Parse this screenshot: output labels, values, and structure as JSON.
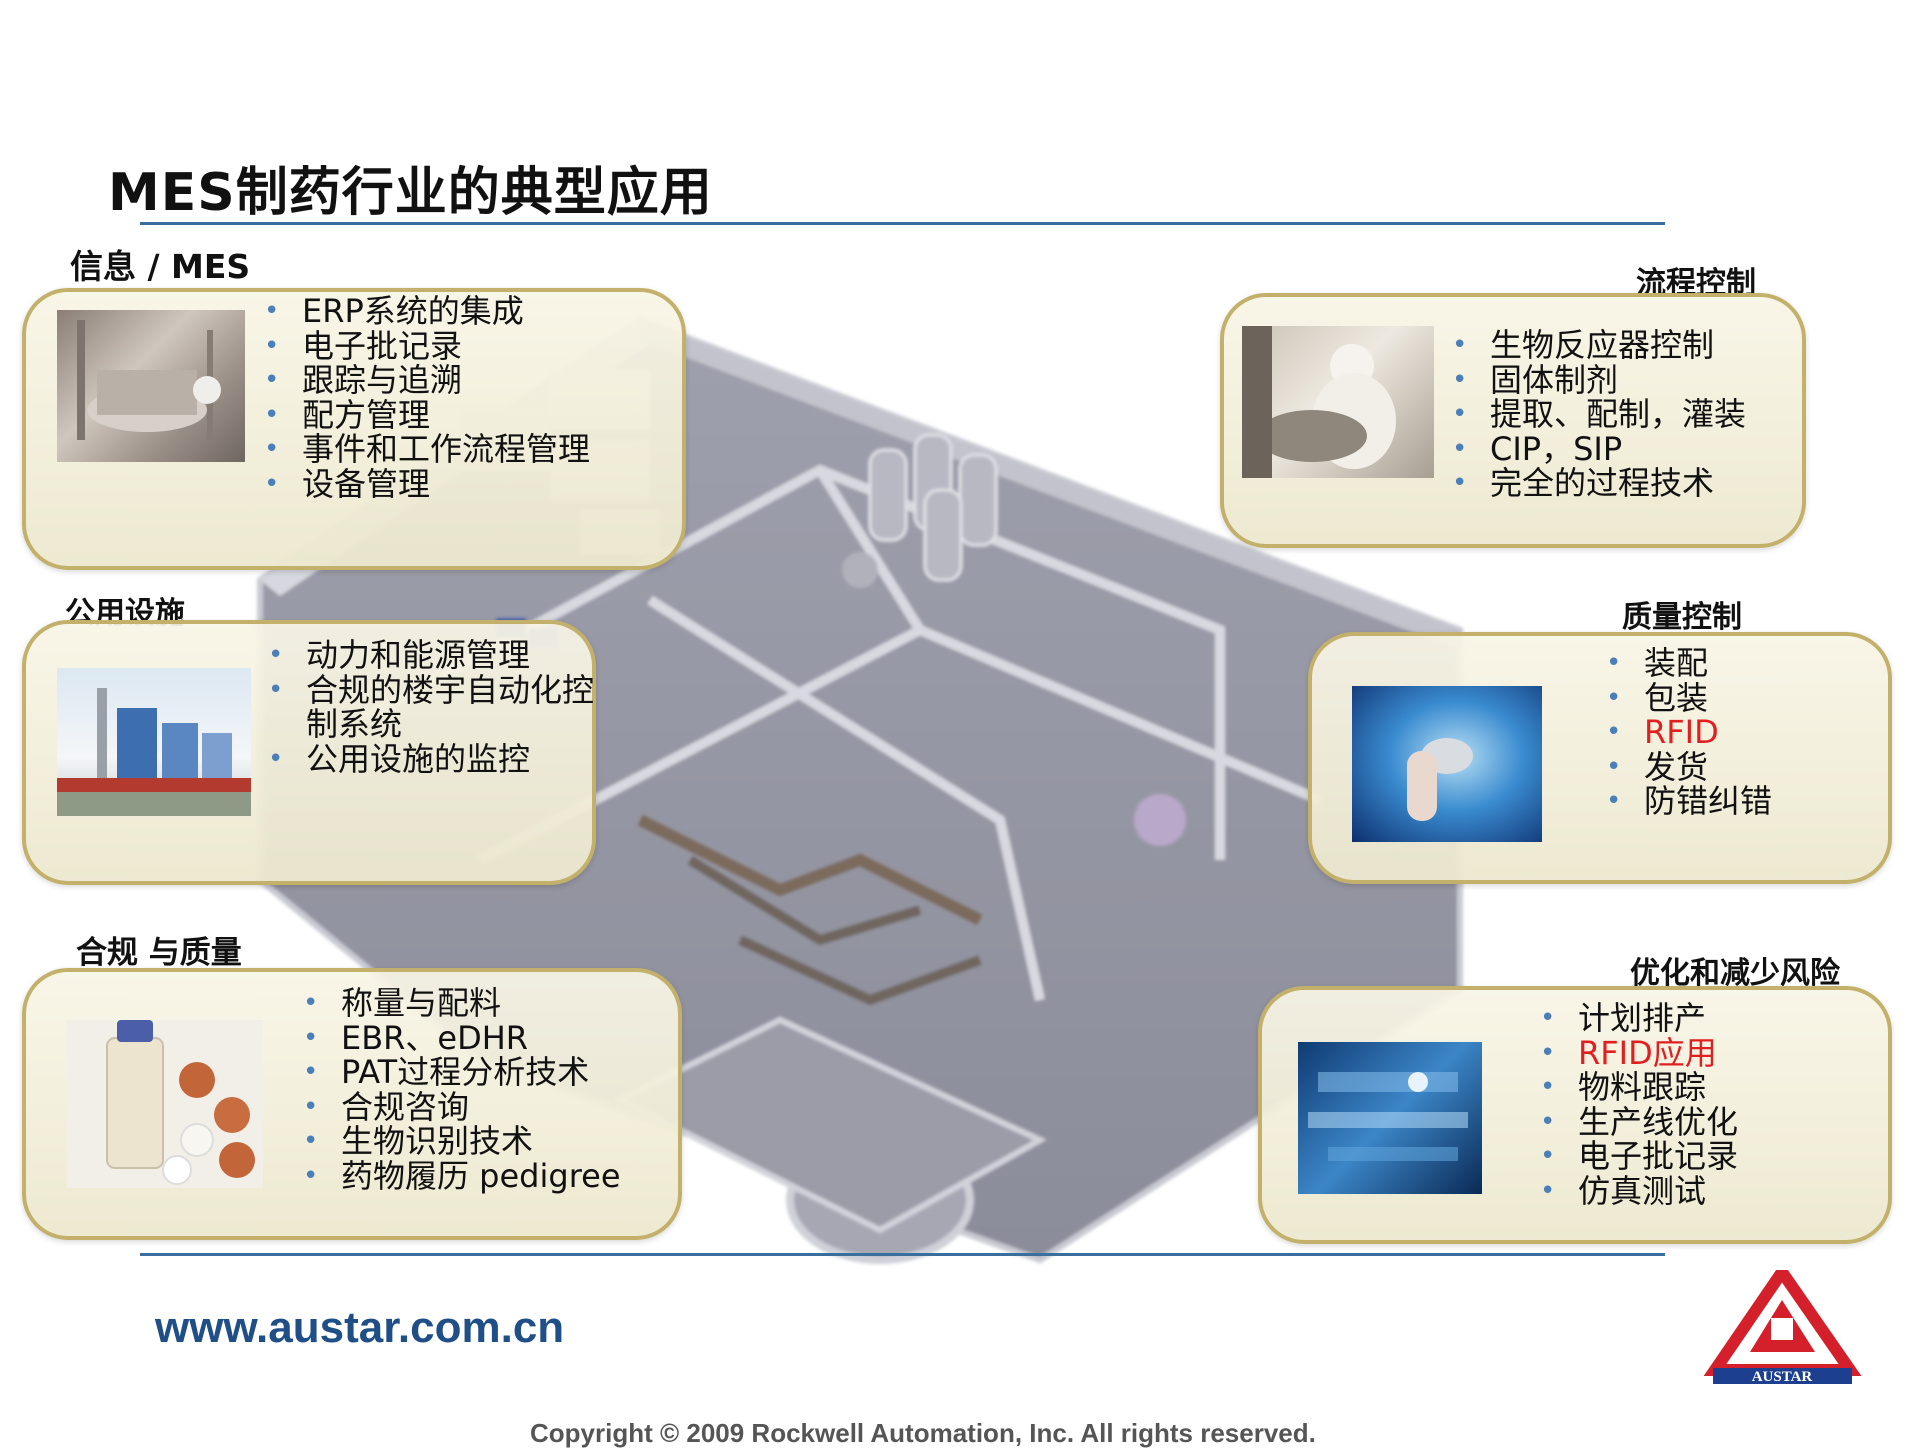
{
  "title": "MES制药行业的典型应用",
  "sections": {
    "info": {
      "label": "信息 / MES",
      "items": [
        "ERP系统的集成",
        "电子批记录",
        "跟踪与追溯",
        "配方管理",
        "事件和工作流程管理",
        "设备管理"
      ]
    },
    "process": {
      "label": "流程控制",
      "items": [
        "生物反应器控制",
        "固体制剂",
        "提取、配制，灌装",
        "CIP，SIP",
        "完全的过程技术"
      ]
    },
    "utilities": {
      "label": "公用设施",
      "items": [
        "动力和能源管理",
        "合规的楼宇自动化控制系统",
        "公用设施的监控"
      ]
    },
    "quality": {
      "label": "质量控制",
      "items": [
        "装配",
        "包装",
        "RFID",
        "发货",
        "防错纠错"
      ]
    },
    "compliance": {
      "label": "合规 与质量",
      "items": [
        "称量与配料",
        "EBR、eDHR",
        "PAT过程分析技术",
        "合规咨询",
        "生物识别技术",
        "药物履历 pedigree"
      ]
    },
    "optimize": {
      "label": "优化和减少风险",
      "items": [
        "计划排产",
        "RFID应用",
        "物料跟踪",
        "生产线优化",
        "电子批记录",
        "仿真测试"
      ]
    }
  },
  "highlight_color": "#e02020",
  "footer": {
    "url": "www.austar.com.cn",
    "copyright": "Copyright © 2009 Rockwell Automation, Inc. All rights reserved.",
    "logo_text": "AUSTAR"
  }
}
